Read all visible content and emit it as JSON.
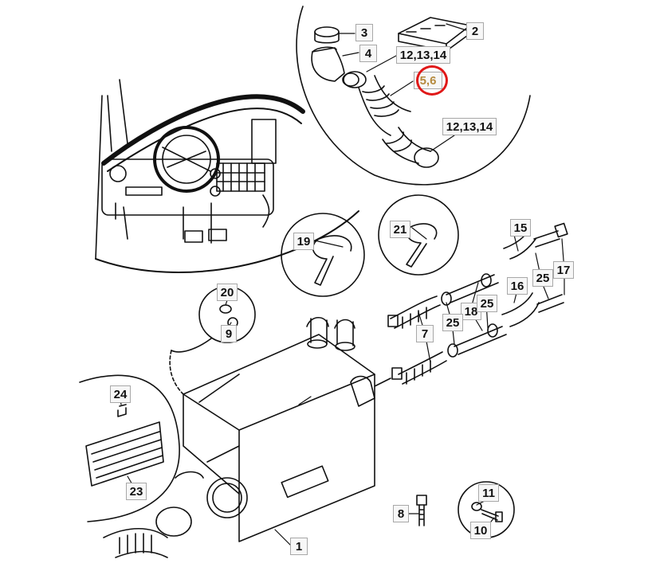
{
  "diagram": {
    "callouts": [
      {
        "id": "c3",
        "text": "3"
      },
      {
        "id": "c2",
        "text": "2"
      },
      {
        "id": "c4",
        "text": "4"
      },
      {
        "id": "c12a",
        "text": "12,13,14"
      },
      {
        "id": "c56",
        "text": "5,6"
      },
      {
        "id": "c12b",
        "text": "12,13,14"
      },
      {
        "id": "c15",
        "text": "15"
      },
      {
        "id": "c19",
        "text": "19"
      },
      {
        "id": "c21",
        "text": "21"
      },
      {
        "id": "c25a",
        "text": "25"
      },
      {
        "id": "c17",
        "text": "17"
      },
      {
        "id": "c16",
        "text": "16"
      },
      {
        "id": "c20",
        "text": "20"
      },
      {
        "id": "c9",
        "text": "9"
      },
      {
        "id": "c18",
        "text": "18"
      },
      {
        "id": "c25b",
        "text": "25"
      },
      {
        "id": "c25c",
        "text": "25"
      },
      {
        "id": "c7",
        "text": "7"
      },
      {
        "id": "c24",
        "text": "24"
      },
      {
        "id": "c23",
        "text": "23"
      },
      {
        "id": "c11",
        "text": "11"
      },
      {
        "id": "c8",
        "text": "8"
      },
      {
        "id": "c10",
        "text": "10"
      },
      {
        "id": "c1",
        "text": "1"
      }
    ],
    "highlight_color": "#e01818",
    "highlighted_label_color": "#b58a3e"
  }
}
